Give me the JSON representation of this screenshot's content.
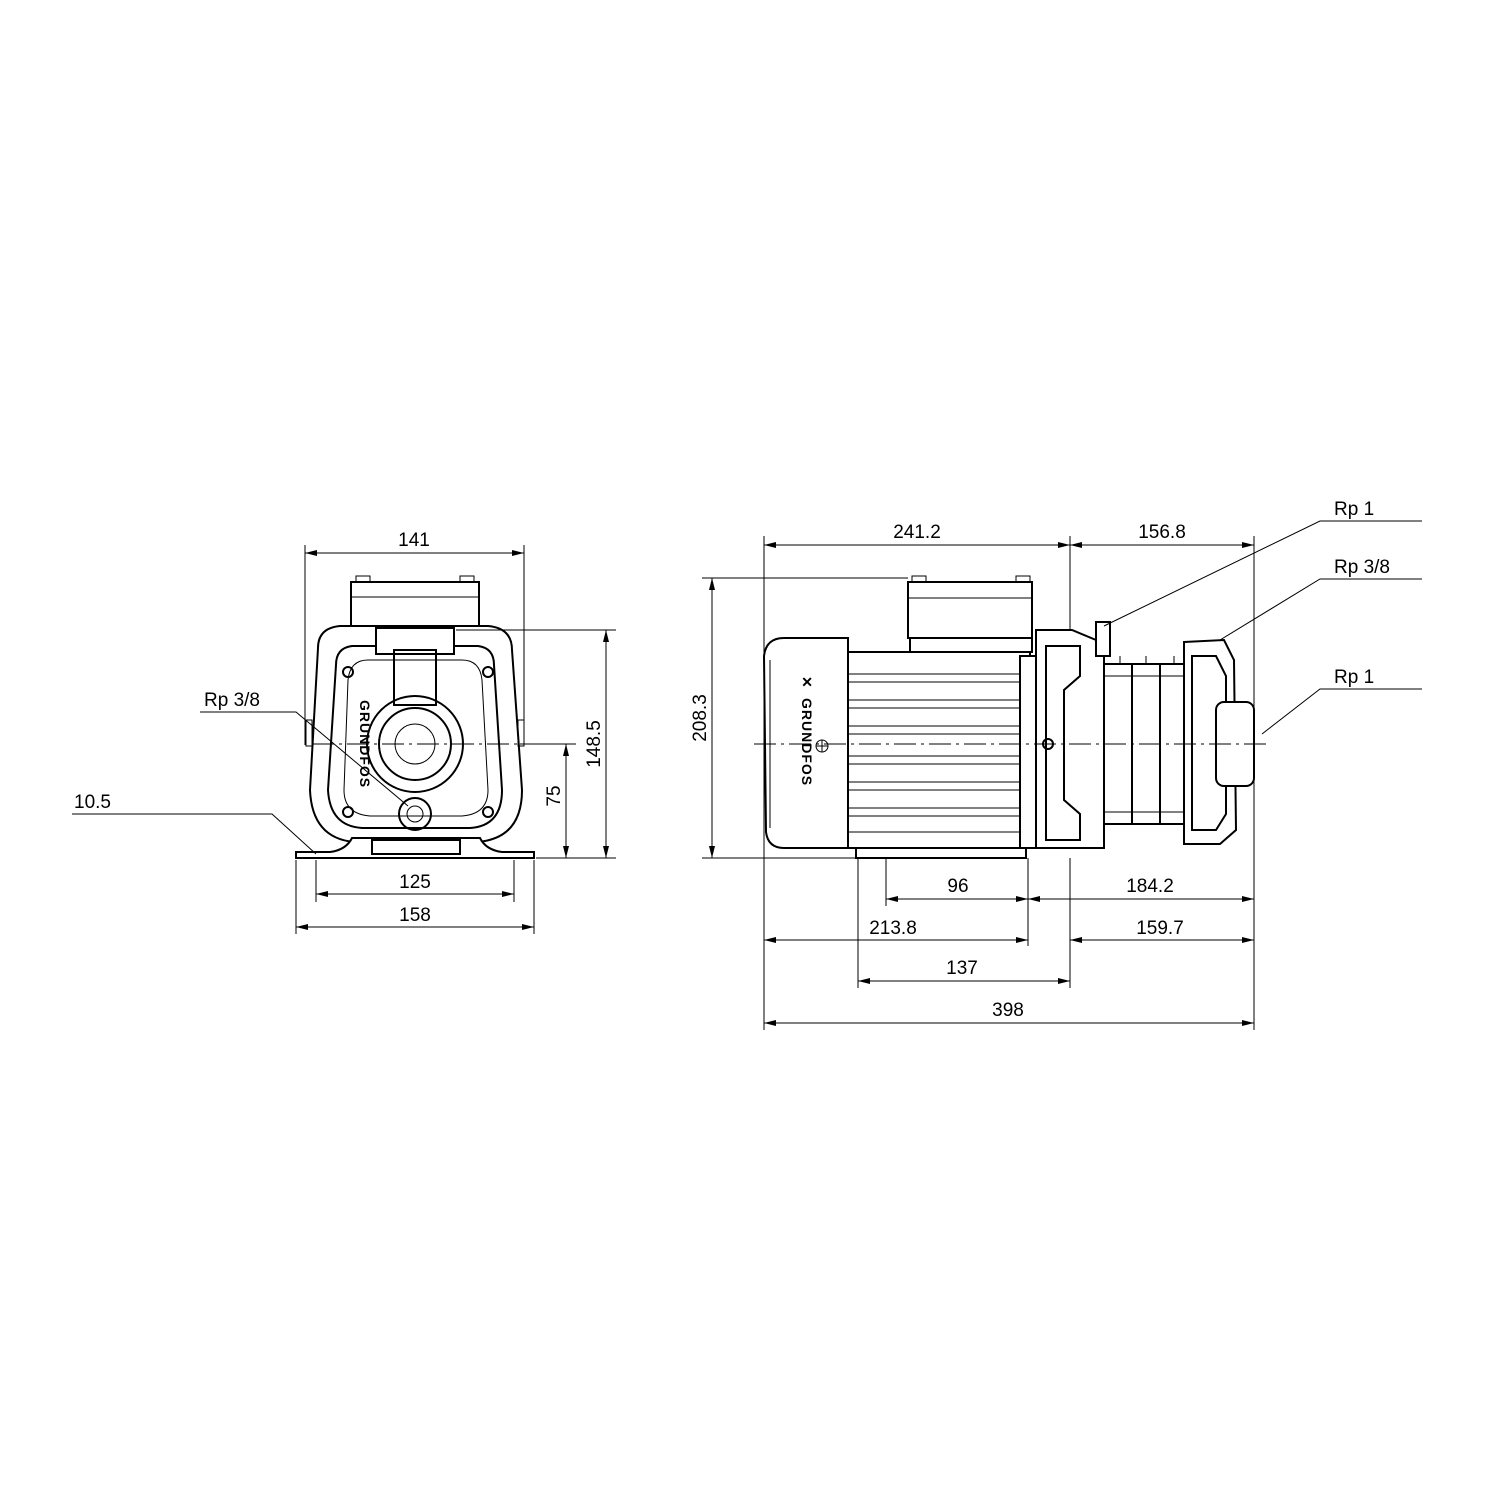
{
  "front_view": {
    "width_top": "141",
    "height_total": "148.5",
    "height_center": "75",
    "foot_holes": "125",
    "foot_width": "158",
    "foot_thickness": "10.5",
    "priming_port": "Rp 3/8"
  },
  "side_view": {
    "height": "208.3",
    "motor_length": "241.2",
    "pump_length": "156.8",
    "discharge_port": "Rp 1",
    "vent_port": "Rp 3/8",
    "suction_port": "Rp 1",
    "foot_span": "96",
    "foot_to_end": "184.2",
    "motor_to_foot": "213.8",
    "foot_to_flange": "159.7",
    "foot_length": "137",
    "overall_length": "398"
  },
  "logo": {
    "brand_text": "GRUNDFOS",
    "brand_icon": "grundfos-x-icon"
  }
}
